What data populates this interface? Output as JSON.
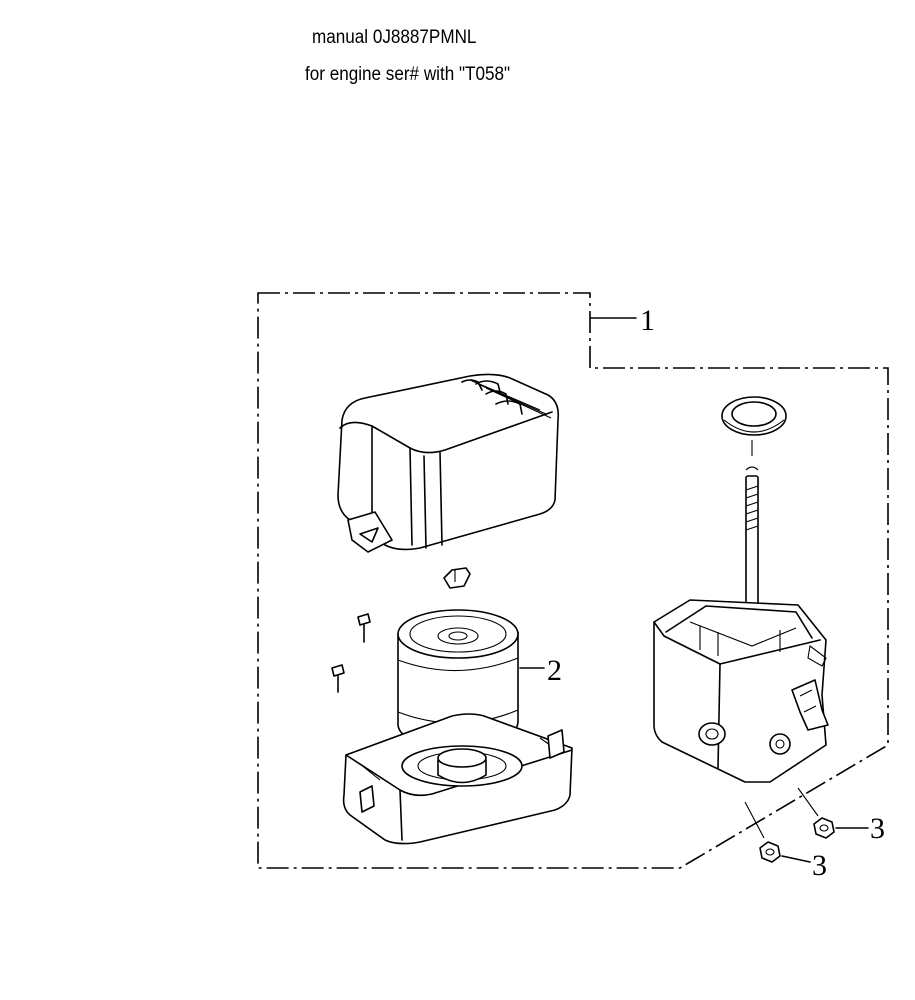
{
  "header": {
    "line1": "manual 0J8887PMNL",
    "line2": "for engine ser# with \"T058\""
  },
  "callouts": {
    "assembly": "1",
    "filter_element": "2",
    "nut_right": "3",
    "nut_bottom": "3"
  },
  "colors": {
    "ink": "#000000",
    "paper": "#ffffff"
  }
}
